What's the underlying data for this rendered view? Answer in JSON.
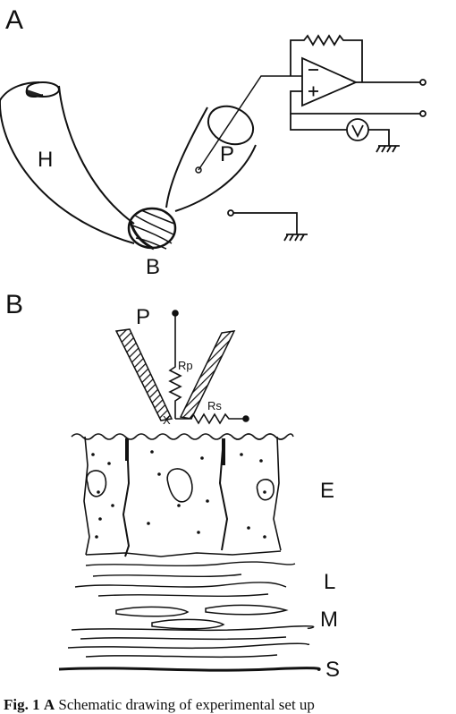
{
  "panel_a": {
    "label": "A",
    "labels": {
      "h": "H",
      "p": "P",
      "b": "B"
    }
  },
  "panel_b": {
    "label": "B",
    "labels": {
      "p": "P",
      "rp": "Rp",
      "rs": "Rs",
      "x": "X",
      "e": "E",
      "l": "L",
      "m": "M",
      "s": "S"
    }
  },
  "caption": {
    "fig": "Fig. 1",
    "panel": "A",
    "text": "Schematic drawing of experimental set up"
  }
}
